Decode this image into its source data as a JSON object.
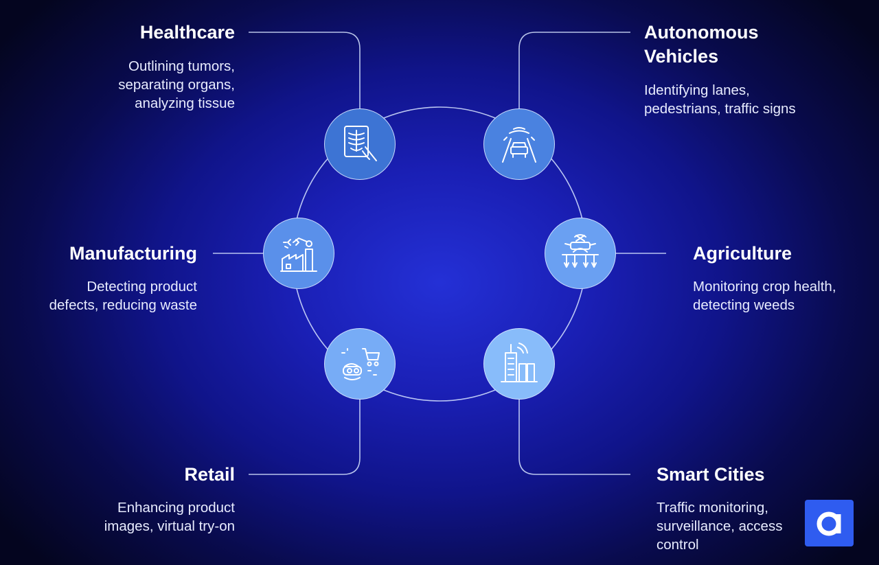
{
  "items": [
    {
      "title": "Healthcare",
      "description": [
        "Outlining tumors,",
        "separating organs,",
        "analyzing tissue"
      ],
      "icon": "xray-scan-icon"
    },
    {
      "title": "Autonomous\nVehicles",
      "description": [
        "Identifying lanes,",
        "pedestrians, traffic signs"
      ],
      "icon": "car-sensor-icon"
    },
    {
      "title": "Manufacturing",
      "description": [
        "Detecting product",
        "defects, reducing waste"
      ],
      "icon": "factory-robot-arm-icon"
    },
    {
      "title": "Agriculture",
      "description": [
        "Monitoring crop health,",
        "detecting weeds"
      ],
      "icon": "drone-crop-icon"
    },
    {
      "title": "Retail",
      "description": [
        "Enhancing product",
        "images, virtual try-on"
      ],
      "icon": "vr-cart-icon"
    },
    {
      "title": "Smart Cities",
      "description": [
        "Traffic monitoring,",
        "surveillance, access",
        "control"
      ],
      "icon": "city-signal-icon"
    }
  ],
  "logo": {
    "icon": "brand-a-icon"
  },
  "colors": {
    "background": "#1a1fb4",
    "accent": "#2f5cf0",
    "line": "#d7e4ff"
  }
}
